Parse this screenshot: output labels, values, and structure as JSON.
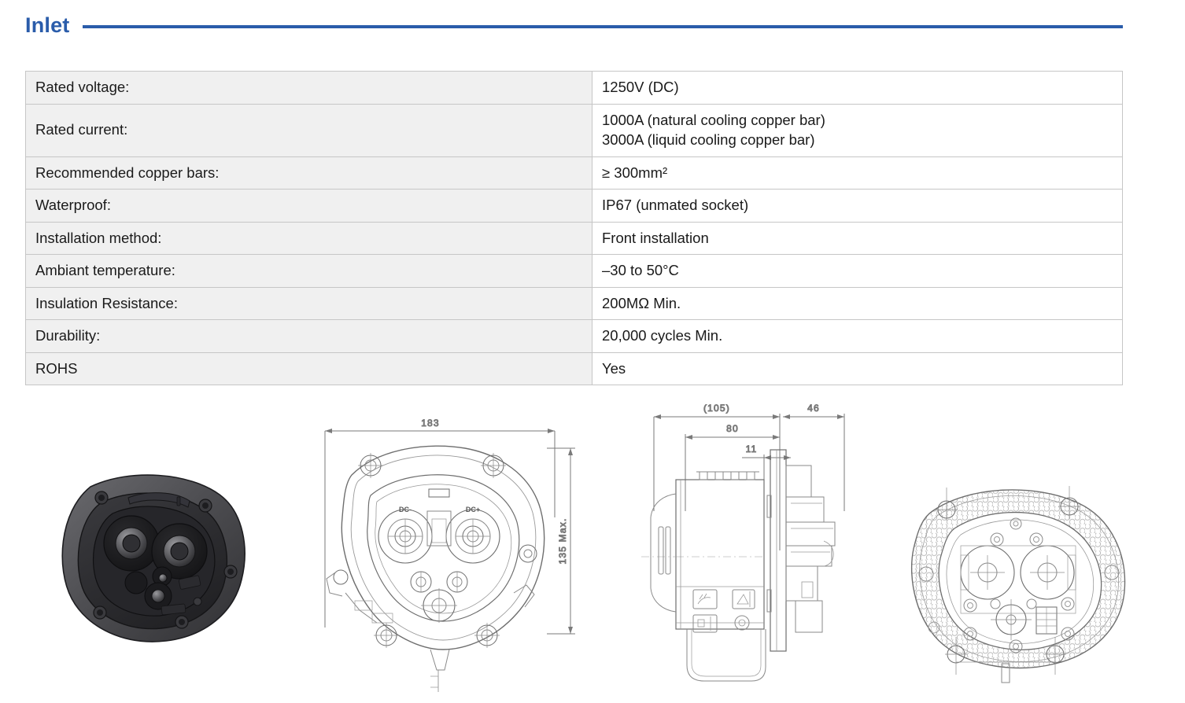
{
  "header": {
    "title": "Inlet",
    "rule_color": "#2a5caa"
  },
  "spec_table": {
    "label_bg": "#f0f0f0",
    "border_color": "#c6c6c6",
    "rows": [
      {
        "label": "Rated voltage:",
        "value_lines": [
          "1250V (DC)"
        ]
      },
      {
        "label": "Rated current:",
        "value_lines": [
          "1000A (natural cooling copper bar)",
          "3000A (liquid cooling copper bar)"
        ]
      },
      {
        "label": "Recommended copper bars:",
        "value_lines": [
          "≥ 300mm²"
        ]
      },
      {
        "label": "Waterproof:",
        "value_lines": [
          "IP67 (unmated socket)"
        ]
      },
      {
        "label": "Installation method:",
        "value_lines": [
          "Front installation"
        ]
      },
      {
        "label": "Ambiant temperature:",
        "value_lines": [
          "–30 to 50°C"
        ]
      },
      {
        "label": "Insulation Resistance:",
        "value_lines": [
          "200MΩ Min."
        ]
      },
      {
        "label": "Durability:",
        "value_lines": [
          "20,000 cycles Min."
        ]
      },
      {
        "label": "ROHS",
        "value_lines": [
          "Yes"
        ]
      }
    ]
  },
  "figures": {
    "render": {
      "name": "inlet-3d-render",
      "body_color": "#4a4a4d",
      "face_color": "#2c2c2f"
    },
    "front_view": {
      "name": "inlet-front-view-drawing",
      "dimensions": {
        "width": "183",
        "height": "135 Max."
      },
      "pin_labels": {
        "dc_negative": "DC-",
        "dc_positive": "DC+"
      }
    },
    "side_view": {
      "name": "inlet-side-view-drawing",
      "dimensions": {
        "overall_reference": "(105)",
        "flange_depth": "46",
        "body_length": "80",
        "detail": "11"
      }
    },
    "rear_view": {
      "name": "inlet-rear-view-drawing"
    }
  }
}
